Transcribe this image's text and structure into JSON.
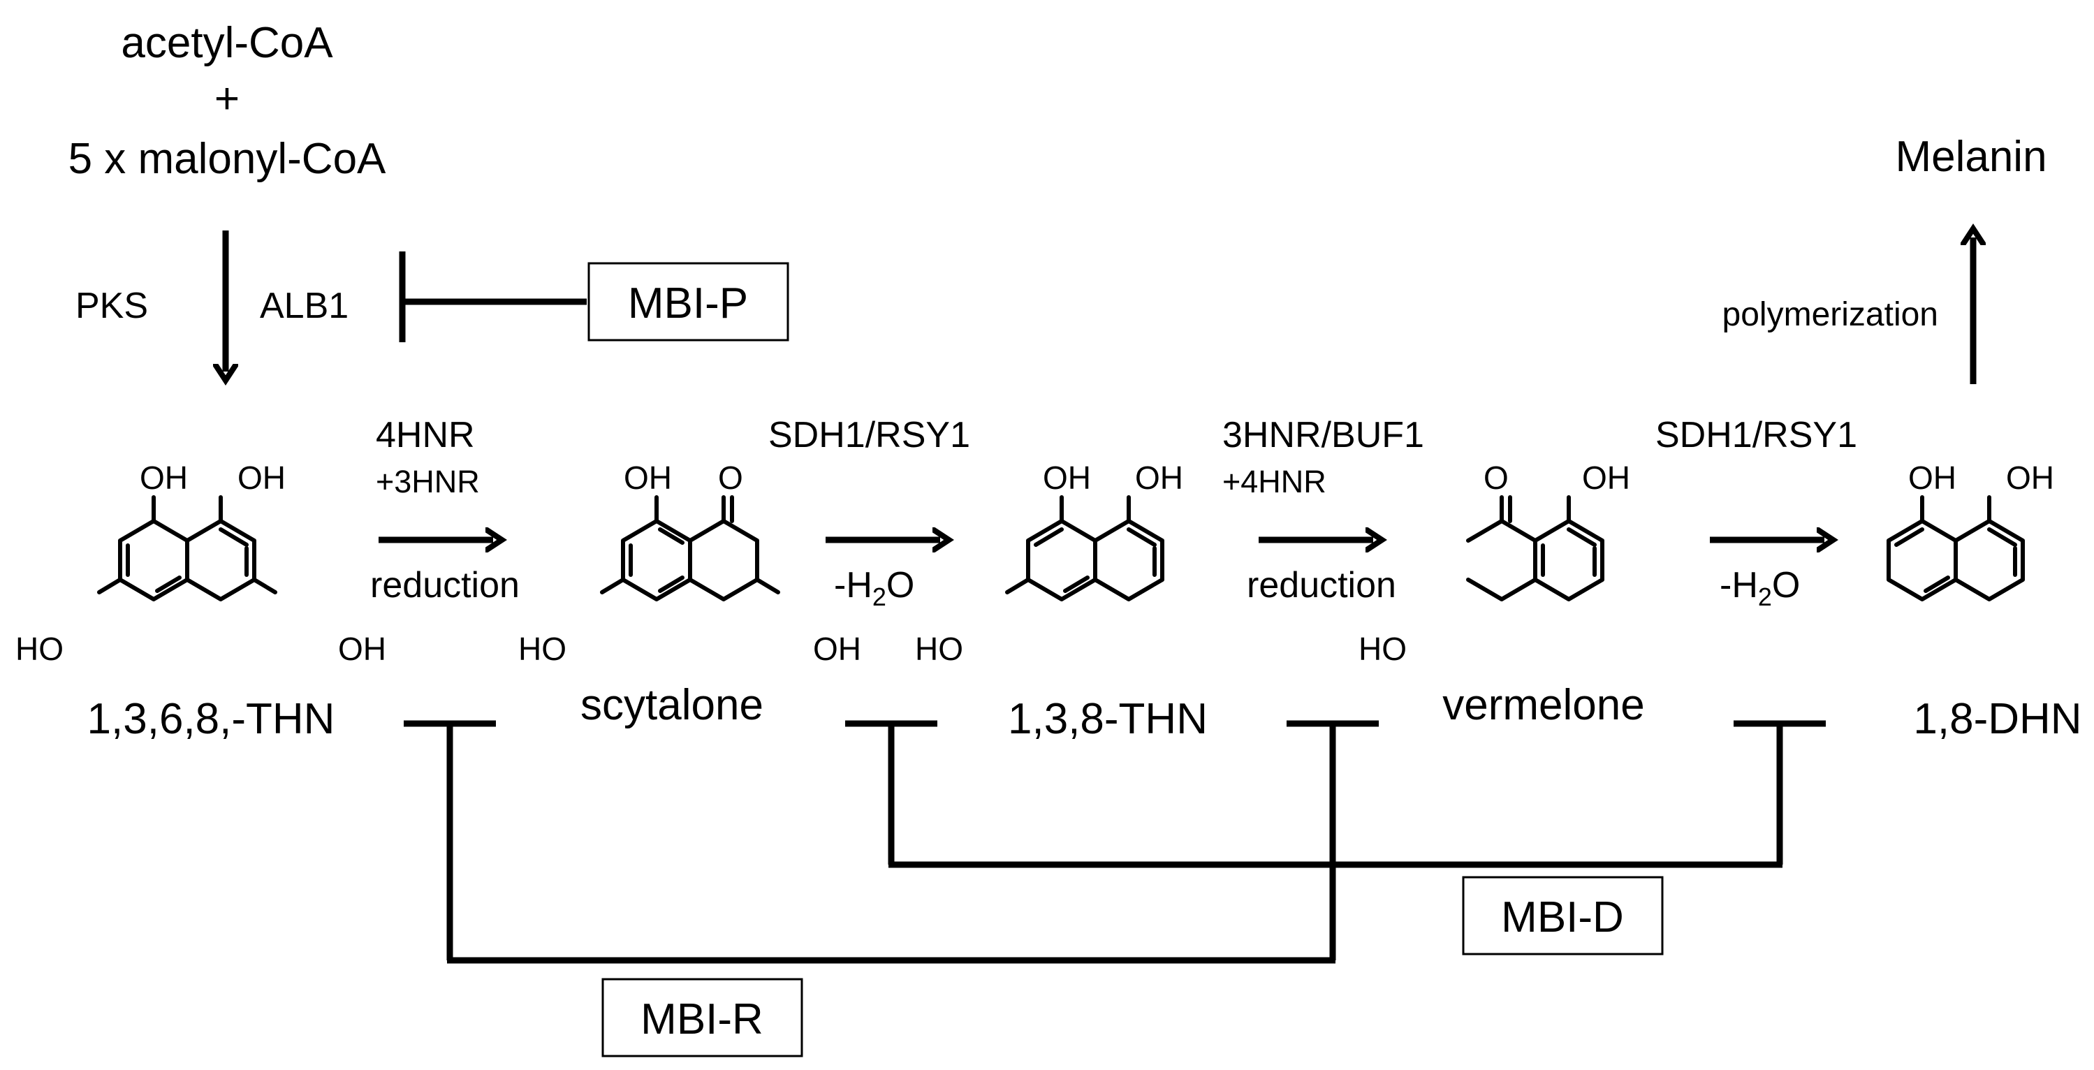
{
  "substrates": {
    "acetyl": "acetyl-CoA",
    "plus": "+",
    "malonyl": "5 x malonyl-CoA"
  },
  "enzymes": {
    "pks": "PKS",
    "alb1": "ALB1",
    "step1_a": "4HNR",
    "step1_b": "+3HNR",
    "step1_c": "reduction",
    "step2_a": "SDH1/RSY1",
    "step2_b": "-H",
    "step2_sub": "2",
    "step2_c": "O",
    "step3_a": "3HNR/BUF1",
    "step3_b": "+4HNR",
    "step3_c": "reduction",
    "step4_a": "SDH1/RSY1",
    "step4_b": "-H",
    "step4_sub": "2",
    "step4_c": "O",
    "polymerization": "polymerization"
  },
  "compounds": {
    "thn1368": "1,3,6,8,-THN",
    "scytalone": "scytalone",
    "thn138": "1,3,8-THN",
    "vermelone": "vermelone",
    "dhn": "1,8-DHN",
    "melanin": "Melanin"
  },
  "atoms": {
    "oh": "OH",
    "ho": "HO",
    "o": "O"
  },
  "inhibitors": {
    "mbi_p": "MBI-P",
    "mbi_d": "MBI-D",
    "mbi_r": "MBI-R"
  },
  "colors": {
    "ink": "#000000",
    "background": "#ffffff"
  }
}
